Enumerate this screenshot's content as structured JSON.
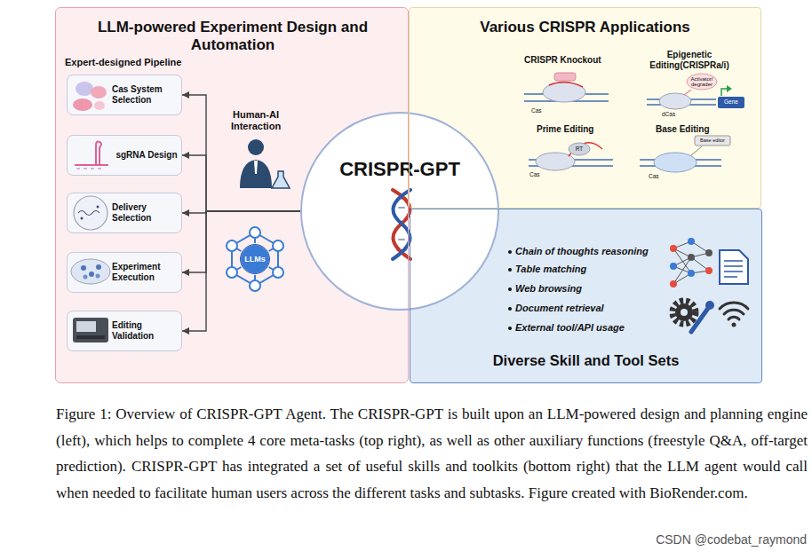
{
  "diagram": {
    "caption": "Figure 1: Overview of CRISPR-GPT Agent. The CRISPR-GPT is built upon an LLM-powered design and planning engine (left), which helps to complete 4 core meta-tasks (top right), as well as other auxiliary functions (freestyle Q&A, off-target prediction). CRISPR-GPT has integrated a set of useful skills and toolkits (bottom right) that the LLM agent would call when needed to facilitate human users across the different tasks and subtasks. Figure created with BioRender.com.",
    "nodes": [
      {
        "text": [
          "LLM-powered Experiment Design and Automation",
          "Expert-designed Pipeline"
        ]
      },
      {
        "text": [
          "Cas System Selection"
        ],
        "in": 0
      },
      {
        "text": [
          "sgRNA Design"
        ],
        "in": 0
      },
      {
        "text": [
          "Delivery Selection"
        ],
        "in": 0
      },
      {
        "text": [
          "Experiment Execution"
        ],
        "in": 0
      },
      {
        "text": [
          "Editing Validation"
        ],
        "in": 0
      },
      {
        "text": [
          "LLMs"
        ],
        "in": 0
      },
      {
        "text": [
          "CRISPR-GPT"
        ]
      },
      {
        "text": [
          "Various CRISPR Applications"
        ]
      },
      {
        "text": [
          "Chain of thoughts reasoning",
          "Table matching",
          "Web browsing",
          "Document retrieval",
          "External tool/API usage",
          "Diverse Skill and Tool Sets"
        ]
      }
    ],
    "edges": [
      {
        "from": 7,
        "to": 1,
        "arrow": "to"
      },
      {
        "from": 7,
        "to": 2,
        "arrow": "to"
      },
      {
        "from": 7,
        "to": 3,
        "arrow": "to"
      },
      {
        "from": 7,
        "to": 4,
        "arrow": "to"
      },
      {
        "from": 7,
        "to": 5,
        "arrow": "to"
      }
    ],
    "labels": [
      "Human-AI Interaction",
      "CRISPR Knockout",
      "Epigenetic Editing(CRISPRa/i)",
      "Activator/ degrader",
      "dCas",
      "Gene",
      "Cas",
      "Prime Editing",
      "RT",
      "Cas",
      "Base Editing",
      "Base editor",
      "Cas",
      "CSDN @codebat_raymond"
    ]
  }
}
